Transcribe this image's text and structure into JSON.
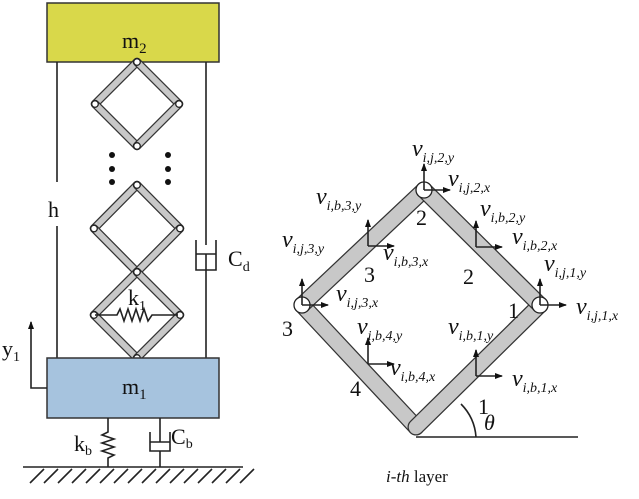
{
  "left_model": {
    "mass_top": {
      "label": "m",
      "sub": "2",
      "color": "#d9d84a"
    },
    "mass_bottom": {
      "label": "m",
      "sub": "1",
      "color": "#a6c3de"
    },
    "height_label": "h",
    "damper_top": {
      "label": "C",
      "sub": "d"
    },
    "spring_inner": {
      "label": "k",
      "sub": "1"
    },
    "displacement": {
      "label": "y",
      "sub": "1"
    },
    "spring_base": {
      "label": "k",
      "sub": "b"
    },
    "damper_base": {
      "label": "C",
      "sub": "b"
    },
    "ellipsis": "⋮"
  },
  "right_model": {
    "caption_italic": "i-th",
    "caption_rest": " layer",
    "angle_label": "θ",
    "joint_numbers": [
      "1",
      "2",
      "3"
    ],
    "bar_numbers": [
      "1",
      "2",
      "3",
      "4"
    ],
    "velocity_labels": {
      "vj2y": {
        "v": "v",
        "sub": "i,j,2,y"
      },
      "vj2x": {
        "v": "v",
        "sub": "i,j,2,x"
      },
      "vb3y": {
        "v": "v",
        "sub": "i,b,3,y"
      },
      "vb3x": {
        "v": "v",
        "sub": "i,b,3,x"
      },
      "vb2y": {
        "v": "v",
        "sub": "i,b,2,y"
      },
      "vb2x": {
        "v": "v",
        "sub": "i,b,2,x"
      },
      "vj3y": {
        "v": "v",
        "sub": "i,j,3,y"
      },
      "vj3x": {
        "v": "v",
        "sub": "i,j,3,x"
      },
      "vj1y": {
        "v": "v",
        "sub": "i,j,1,y"
      },
      "vj1x": {
        "v": "v",
        "sub": "i,j,1,x"
      },
      "vb4y": {
        "v": "v",
        "sub": "i,b,4,y"
      },
      "vb4x": {
        "v": "v",
        "sub": "i,b,4,x"
      },
      "vb1y": {
        "v": "v",
        "sub": "i,b,1,y"
      },
      "vb1x": {
        "v": "v",
        "sub": "i,b,1,x"
      }
    }
  }
}
